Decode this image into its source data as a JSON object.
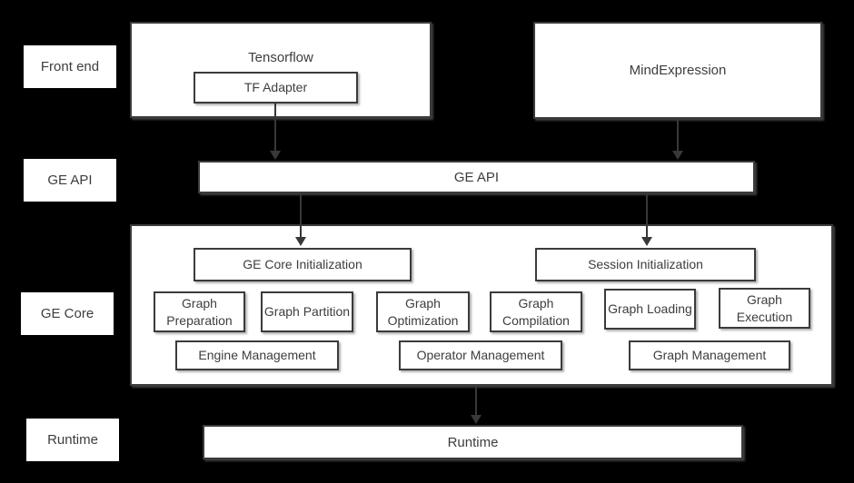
{
  "colors": {
    "background": "#000000",
    "box_fill": "#ffffff",
    "box_border": "#3b3b3b",
    "text": "#3d3d3d",
    "arrow": "#383838"
  },
  "row_labels": [
    {
      "label": "Front end"
    },
    {
      "label": "GE API"
    },
    {
      "label": "GE Core"
    },
    {
      "label": "Runtime"
    }
  ],
  "front_end": {
    "tensorflow": {
      "label": "Tensorflow",
      "tf_adapter_label": "TF Adapter"
    },
    "mind_expression": {
      "label": "MindExpression"
    }
  },
  "ge_api_bar": {
    "label": "GE API"
  },
  "ge_core": {
    "init_boxes": [
      {
        "label": "GE Core Initialization"
      },
      {
        "label": "Session Initialization"
      }
    ],
    "stages": [
      {
        "label": "Graph Preparation"
      },
      {
        "label": "Graph Partition"
      },
      {
        "label": "Graph Optimization"
      },
      {
        "label": "Graph Compilation"
      },
      {
        "label": "Graph Loading"
      },
      {
        "label": "Graph Execution"
      }
    ],
    "management": [
      {
        "label": "Engine Management"
      },
      {
        "label": "Operator Management"
      },
      {
        "label": "Graph Management"
      }
    ]
  },
  "runtime_bar": {
    "label": "Runtime"
  },
  "arrows": [
    {
      "from": "tf-adapter",
      "to": "ge-api-bar"
    },
    {
      "from": "mind-expression",
      "to": "ge-api-bar"
    },
    {
      "from": "ge-api-bar",
      "to": "ge-core-initialization"
    },
    {
      "from": "ge-api-bar",
      "to": "session-initialization"
    },
    {
      "from": "ge-core",
      "to": "runtime-bar"
    }
  ]
}
